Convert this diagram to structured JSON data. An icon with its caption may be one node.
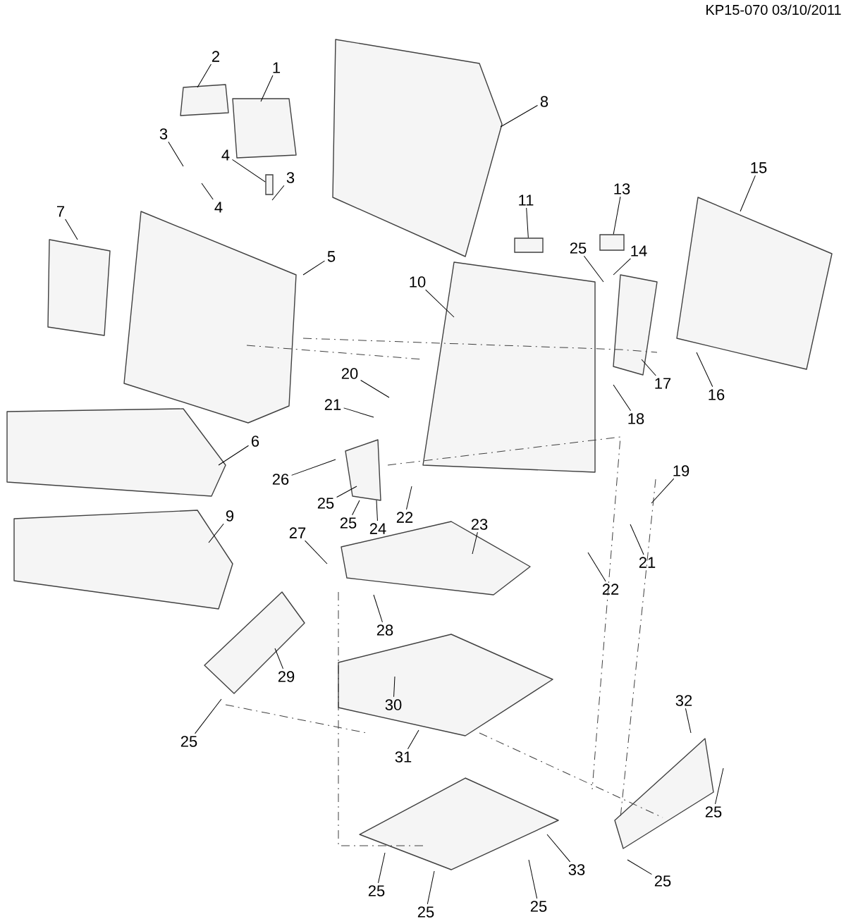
{
  "diagram": {
    "nodes": [
      {
        "text": [
          "1"
        ]
      },
      {
        "text": [
          "2"
        ]
      },
      {
        "text": [
          "3"
        ]
      },
      {
        "text": [
          "4"
        ]
      },
      {
        "text": [
          "4"
        ]
      },
      {
        "text": [
          "3"
        ]
      },
      {
        "text": [
          "7"
        ]
      },
      {
        "text": [
          "5"
        ]
      },
      {
        "text": [
          "8"
        ]
      },
      {
        "text": [
          "11"
        ]
      },
      {
        "text": [
          "13"
        ]
      },
      {
        "text": [
          "25"
        ]
      },
      {
        "text": [
          "14"
        ]
      },
      {
        "text": [
          "15"
        ]
      },
      {
        "text": [
          "10"
        ]
      },
      {
        "text": [
          "16"
        ]
      },
      {
        "text": [
          "17"
        ]
      },
      {
        "text": [
          "18"
        ]
      },
      {
        "text": [
          "20"
        ]
      },
      {
        "text": [
          "21"
        ]
      },
      {
        "text": [
          "6"
        ]
      },
      {
        "text": [
          "26"
        ]
      },
      {
        "text": [
          "25"
        ]
      },
      {
        "text": [
          "25"
        ]
      },
      {
        "text": [
          "24"
        ]
      },
      {
        "text": [
          "22"
        ]
      },
      {
        "text": [
          "19"
        ]
      },
      {
        "text": [
          "9"
        ]
      },
      {
        "text": [
          "23"
        ]
      },
      {
        "text": [
          "27"
        ]
      },
      {
        "text": [
          "21"
        ]
      },
      {
        "text": [
          "22"
        ]
      },
      {
        "text": [
          "28"
        ]
      },
      {
        "text": [
          "29"
        ]
      },
      {
        "text": [
          "30"
        ]
      },
      {
        "text": [
          "31"
        ]
      },
      {
        "text": [
          "25"
        ]
      },
      {
        "text": [
          "32"
        ]
      },
      {
        "text": [
          "25"
        ]
      },
      {
        "text": [
          "33"
        ]
      },
      {
        "text": [
          "25"
        ]
      },
      {
        "text": [
          "25"
        ]
      },
      {
        "text": [
          "25"
        ]
      },
      {
        "text": [
          "25"
        ]
      },
      {
        "text": [],
        "shape": "box"
      },
      {
        "text": [],
        "shape": "box"
      },
      {
        "text": [],
        "shape": "box"
      }
    ],
    "edges": [
      {
        "from": 0,
        "to": null,
        "arrow": "none"
      },
      {
        "from": 1,
        "to": null,
        "arrow": "none"
      },
      {
        "from": 2,
        "to": null,
        "arrow": "none"
      },
      {
        "from": 3,
        "to": null,
        "arrow": "none"
      },
      {
        "from": 4,
        "to": 46,
        "arrow": "none"
      },
      {
        "from": 5,
        "to": null,
        "arrow": "none"
      },
      {
        "from": 6,
        "to": null,
        "arrow": "none"
      },
      {
        "from": 7,
        "to": null,
        "arrow": "none"
      },
      {
        "from": 8,
        "to": null,
        "arrow": "none"
      },
      {
        "from": 9,
        "to": 44,
        "arrow": "none"
      },
      {
        "from": 10,
        "to": 45,
        "arrow": "none"
      },
      {
        "from": 11,
        "to": null,
        "arrow": "none"
      },
      {
        "from": 12,
        "to": null,
        "arrow": "none"
      },
      {
        "from": 13,
        "to": null,
        "arrow": "none"
      },
      {
        "from": 14,
        "to": null,
        "arrow": "none"
      },
      {
        "from": 15,
        "to": null,
        "arrow": "none"
      },
      {
        "from": 16,
        "to": null,
        "arrow": "none"
      },
      {
        "from": 17,
        "to": null,
        "arrow": "none"
      },
      {
        "from": 18,
        "to": null,
        "arrow": "none"
      },
      {
        "from": 19,
        "to": null,
        "arrow": "none"
      },
      {
        "from": 20,
        "to": null,
        "arrow": "none"
      },
      {
        "from": 21,
        "to": null,
        "arrow": "none"
      },
      {
        "from": 22,
        "to": null,
        "arrow": "none"
      },
      {
        "from": 23,
        "to": null,
        "arrow": "none"
      },
      {
        "from": 24,
        "to": null,
        "arrow": "none"
      },
      {
        "from": 25,
        "to": null,
        "arrow": "none"
      },
      {
        "from": 26,
        "to": null,
        "arrow": "none"
      },
      {
        "from": 27,
        "to": null,
        "arrow": "none"
      },
      {
        "from": 28,
        "to": null,
        "arrow": "none"
      },
      {
        "from": 29,
        "to": null,
        "arrow": "none"
      },
      {
        "from": 30,
        "to": null,
        "arrow": "none"
      },
      {
        "from": 31,
        "to": null,
        "arrow": "none"
      },
      {
        "from": 32,
        "to": null,
        "arrow": "none"
      },
      {
        "from": 33,
        "to": null,
        "arrow": "none"
      },
      {
        "from": 34,
        "to": null,
        "arrow": "none"
      },
      {
        "from": 35,
        "to": null,
        "arrow": "none"
      },
      {
        "from": 36,
        "to": null,
        "arrow": "none"
      },
      {
        "from": 37,
        "to": null,
        "arrow": "none"
      },
      {
        "from": 38,
        "to": null,
        "arrow": "none"
      },
      {
        "from": 39,
        "to": null,
        "arrow": "none"
      },
      {
        "from": 40,
        "to": null,
        "arrow": "none"
      },
      {
        "from": 41,
        "to": null,
        "arrow": "none"
      },
      {
        "from": 42,
        "to": null,
        "arrow": "none"
      },
      {
        "from": 43,
        "to": null,
        "arrow": "none"
      }
    ],
    "labels": [
      "KP15-070 03/10/2011"
    ]
  }
}
